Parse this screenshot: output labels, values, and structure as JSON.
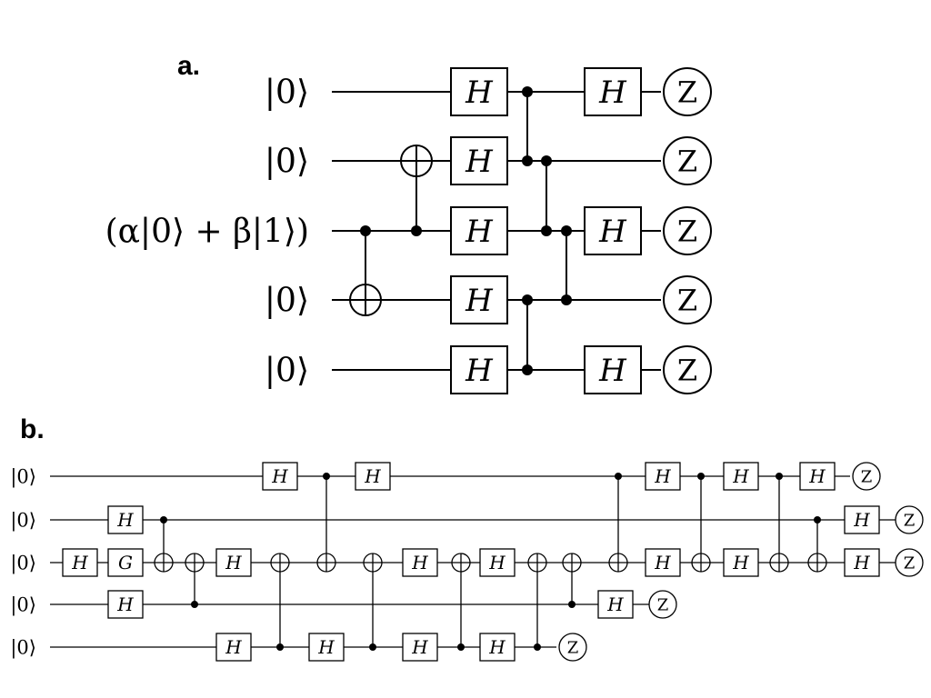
{
  "panels": {
    "a": {
      "label": "a.",
      "inputs": [
        "|0⟩",
        "|0⟩",
        "(α|0⟩ + β|1⟩)",
        "|0⟩",
        "|0⟩"
      ],
      "measure_label": "Z",
      "ops": [
        {
          "type": "cnot",
          "control": 2,
          "target": 3
        },
        {
          "type": "cnot",
          "control": 2,
          "target": 1
        },
        {
          "type": "gate",
          "label": "H",
          "wire": 0
        },
        {
          "type": "gate",
          "label": "H",
          "wire": 1
        },
        {
          "type": "gate",
          "label": "H",
          "wire": 2
        },
        {
          "type": "gate",
          "label": "H",
          "wire": 3
        },
        {
          "type": "gate",
          "label": "H",
          "wire": 4
        },
        {
          "type": "cz",
          "wires": [
            0,
            1
          ]
        },
        {
          "type": "cz",
          "wires": [
            3,
            4
          ]
        },
        {
          "type": "cz",
          "wires": [
            1,
            2
          ]
        },
        {
          "type": "cz",
          "wires": [
            2,
            3
          ]
        },
        {
          "type": "gate",
          "label": "H",
          "wire": 0
        },
        {
          "type": "gate",
          "label": "H",
          "wire": 2
        },
        {
          "type": "gate",
          "label": "H",
          "wire": 4
        },
        {
          "type": "measure",
          "wire": 0
        },
        {
          "type": "measure",
          "wire": 1
        },
        {
          "type": "measure",
          "wire": 2
        },
        {
          "type": "measure",
          "wire": 3
        },
        {
          "type": "measure",
          "wire": 4
        }
      ]
    },
    "b": {
      "label": "b.",
      "inputs": [
        "|0⟩",
        "|0⟩",
        "|0⟩",
        "|0⟩",
        "|0⟩"
      ],
      "measure_label": "Z",
      "ops": [
        {
          "type": "gate",
          "label": "H",
          "wire": 2
        },
        {
          "type": "gate",
          "label": "H",
          "wire": 1
        },
        {
          "type": "gate",
          "label": "G",
          "wire": 2
        },
        {
          "type": "gate",
          "label": "H",
          "wire": 3
        },
        {
          "type": "cnot",
          "control": 1,
          "target": 2
        },
        {
          "type": "cnot",
          "control": 3,
          "target": 2
        },
        {
          "type": "gate",
          "label": "H",
          "wire": 2
        },
        {
          "type": "gate",
          "label": "H",
          "wire": 4
        },
        {
          "type": "gate",
          "label": "H",
          "wire": 0
        },
        {
          "type": "cnot",
          "control": 4,
          "target": 2
        },
        {
          "type": "gate",
          "label": "H",
          "wire": 4
        },
        {
          "type": "cnot",
          "control": 0,
          "target": 2
        },
        {
          "type": "gate",
          "label": "H",
          "wire": 0
        },
        {
          "type": "cnot",
          "control": 4,
          "target": 2
        },
        {
          "type": "gate",
          "label": "H",
          "wire": 2
        },
        {
          "type": "gate",
          "label": "H",
          "wire": 4
        },
        {
          "type": "cnot",
          "control": 4,
          "target": 2
        },
        {
          "type": "gate",
          "label": "H",
          "wire": 2
        },
        {
          "type": "gate",
          "label": "H",
          "wire": 4
        },
        {
          "type": "cnot",
          "control": 4,
          "target": 2
        },
        {
          "type": "measure",
          "wire": 4
        },
        {
          "type": "cnot",
          "control": 3,
          "target": 2
        },
        {
          "type": "gate",
          "label": "H",
          "wire": 3
        },
        {
          "type": "measure",
          "wire": 3
        },
        {
          "type": "cnot",
          "control": 0,
          "target": 2
        },
        {
          "type": "gate",
          "label": "H",
          "wire": 0
        },
        {
          "type": "gate",
          "label": "H",
          "wire": 2
        },
        {
          "type": "cnot",
          "control": 0,
          "target": 2
        },
        {
          "type": "gate",
          "label": "H",
          "wire": 0
        },
        {
          "type": "gate",
          "label": "H",
          "wire": 2
        },
        {
          "type": "cnot",
          "control": 0,
          "target": 2
        },
        {
          "type": "gate",
          "label": "H",
          "wire": 0
        },
        {
          "type": "cnot",
          "control": 1,
          "target": 2
        },
        {
          "type": "measure",
          "wire": 0
        },
        {
          "type": "gate",
          "label": "H",
          "wire": 1
        },
        {
          "type": "gate",
          "label": "H",
          "wire": 2
        },
        {
          "type": "measure",
          "wire": 1
        },
        {
          "type": "measure",
          "wire": 2
        }
      ]
    }
  }
}
